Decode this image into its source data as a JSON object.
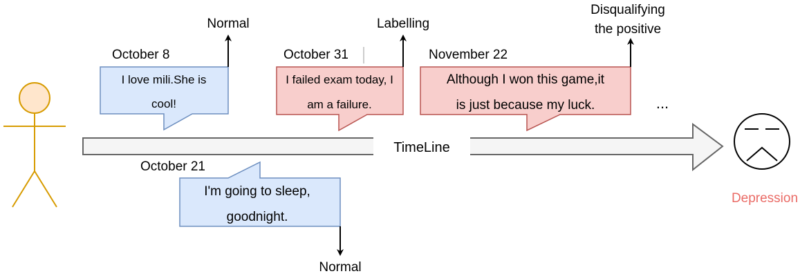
{
  "timeline": {
    "label": "TimeLine",
    "ellipsis": "..."
  },
  "events": [
    {
      "date": "October 8",
      "text_lines": [
        "I love mili.She is",
        "cool!"
      ],
      "category_lines": [
        "Normal"
      ],
      "tone": "normal"
    },
    {
      "date": "October 21",
      "text_lines": [
        "I'm going to sleep,",
        "goodnight."
      ],
      "category_lines": [
        "Normal"
      ],
      "tone": "normal"
    },
    {
      "date": "October 31",
      "text_lines": [
        "I failed exam today, I",
        "am a failure."
      ],
      "category_lines": [
        "Labelling"
      ],
      "tone": "negative"
    },
    {
      "date": "November 22",
      "text_lines": [
        "Although I won this game,it",
        "is just because my luck."
      ],
      "category_lines": [
        "Disqualifying",
        "the positive"
      ],
      "tone": "negative"
    }
  ],
  "outcome": {
    "label": "Depression"
  },
  "colors": {
    "normal_fill": "#dae8fc",
    "normal_stroke": "#6c8ebf",
    "negative_fill": "#f8cecc",
    "negative_stroke": "#b85450",
    "person": "#d79b00",
    "person_head": "#ffe6cc",
    "timeline_fill": "#f5f5f5",
    "timeline_stroke": "#666666",
    "outcome_label": "#ea6b66"
  }
}
